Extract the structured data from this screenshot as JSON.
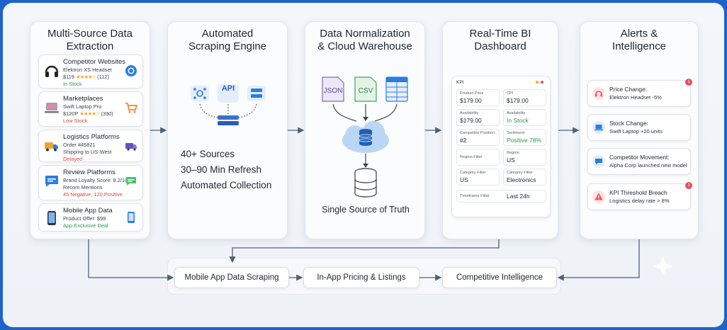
{
  "columns": {
    "extraction": {
      "title": "Multi-Source Data\nExtraction",
      "sources": [
        {
          "name": "Competitor Websites",
          "line1": "Elektron XS Headset",
          "line2": "$119",
          "rating": "★★★★☆",
          "count": "(112)",
          "status": "In Stock",
          "status_color": "#2f9a4c",
          "icon": "headphones-icon",
          "right_icon": "chrome-icon"
        },
        {
          "name": "Marketplaces",
          "line1": "Swift Laptop Pro",
          "line2": "$120P",
          "rating": "★★★★☆",
          "count": "(390)",
          "status": "Low Stock",
          "status_color": "#d2463f",
          "icon": "laptop-icon",
          "right_icon": "cart-icon"
        },
        {
          "name": "Logistics Platforms",
          "line1": "Order #45821",
          "line2": "Shipping to US-West",
          "status": "Delayed",
          "status_color": "#d2463f",
          "icon": "truck-icon",
          "right_icon": "van-icon"
        },
        {
          "name": "Review Platforms",
          "line1": "Brand Loyalty Score: 8.2/10",
          "line2": "Recom Mentions",
          "status": "45 Negative, 120 Positive",
          "status_color": "#d2463f",
          "icon": "chat-icon",
          "right_icon": "review-icon"
        },
        {
          "name": "Mobile App Data",
          "line1": "Product Offer: $99",
          "status": "App Exclusive Deal",
          "status_color": "#2f9a4c",
          "icon": "phone-icon",
          "right_icon": "mobile-icon"
        }
      ]
    },
    "scraping": {
      "title": "Automated\nScraping Engine",
      "api_label": "API",
      "stats": [
        "40+ Sources",
        "30–90 Min Refresh",
        "Automated Collection"
      ]
    },
    "warehouse": {
      "title": "Data Normalization\n& Cloud Warehouse",
      "file_labels": [
        "JSON",
        "CSV"
      ],
      "caption": "Single Source of Truth"
    },
    "dashboard": {
      "title": "Real-Time BI\nDashboard",
      "header": "KPI",
      "cells": [
        {
          "label": "Product Price",
          "value": "$179.00"
        },
        {
          "label": "CPI",
          "value": "$179.00"
        },
        {
          "label": "Availability",
          "value": "$179.00"
        },
        {
          "label": "Availability",
          "value": "In Stock",
          "green": true
        },
        {
          "label": "Competitor Position",
          "value": "#2"
        },
        {
          "label": "Sentiment",
          "value": "Positive 78%",
          "green": true
        },
        {
          "label": "Region Filter",
          "value": ""
        },
        {
          "label": "Region",
          "value": "US"
        },
        {
          "label": "Category Filter",
          "value": "US"
        },
        {
          "label": "Category Filter",
          "value": "Electronics"
        }
      ],
      "timeframe_label": "Timeframe Filter",
      "timeframe_value": "Last 24h"
    },
    "alerts": {
      "title": "Alerts &\nIntelligence",
      "items": [
        {
          "title": "Price Change:",
          "desc": "Elektron Headset -5%",
          "icon": "headset-alert-icon",
          "color": "#e8505b",
          "badge": "1"
        },
        {
          "title": "Stock Change:",
          "desc": "Swift Laptop +20 units",
          "icon": "laptop-alert-icon",
          "color": "#2a7de1",
          "badge": ""
        },
        {
          "title": "Competitor Movement:",
          "desc": "Alpha Corp launched new model",
          "icon": "chat-alert-icon",
          "color": "#2a7de1",
          "badge": ""
        },
        {
          "title": "KPI Threshold Breach",
          "desc": "Logistics delay rate > 8%",
          "icon": "warning-icon",
          "color": "#e8505b",
          "badge": "1"
        }
      ]
    }
  },
  "bottom": {
    "pills": [
      "Mobile App Data Scraping",
      "In-App Pricing & Listings",
      "Competitive Intelligence"
    ]
  },
  "colors": {
    "border": "#1e63c9",
    "arrow": "#4f6077",
    "accent_blue": "#2a7de1",
    "green": "#2f9a4c",
    "red": "#d2463f"
  }
}
